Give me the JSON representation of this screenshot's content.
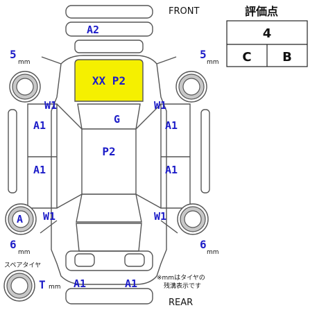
{
  "labels": {
    "front": "FRONT",
    "rear": "REAR",
    "spare_tire": "スペアタイヤ",
    "tire_note_line1": "※mmはタイヤの",
    "tire_note_line2": "残溝表示です",
    "mm_unit": "mm"
  },
  "grade_box": {
    "title": "評価点",
    "overall": "4",
    "interior": "C",
    "exterior": "B"
  },
  "tread": {
    "front_left": "5",
    "front_right": "5",
    "rear_left": "6",
    "rear_right": "6",
    "spare": "T"
  },
  "damage": {
    "front_bumper": "A2",
    "bonnet": "XX P2",
    "front_left_wheel": "W1",
    "front_right_wheel": "W1",
    "left_front_door": "A1",
    "right_front_door": "A1",
    "left_rear_door": "A1",
    "right_rear_door": "A1",
    "roof": "P2",
    "windshield": "G",
    "rear_left_tire": "A",
    "rear_left_wheel": "W1",
    "rear_right_wheel": "W1",
    "rear_bumper_left": "A1",
    "rear_bumper_right": "A1"
  },
  "colors": {
    "code_blue": "#1c1cc8",
    "highlight_yellow": "#f5f000",
    "line_gray": "#555555"
  }
}
